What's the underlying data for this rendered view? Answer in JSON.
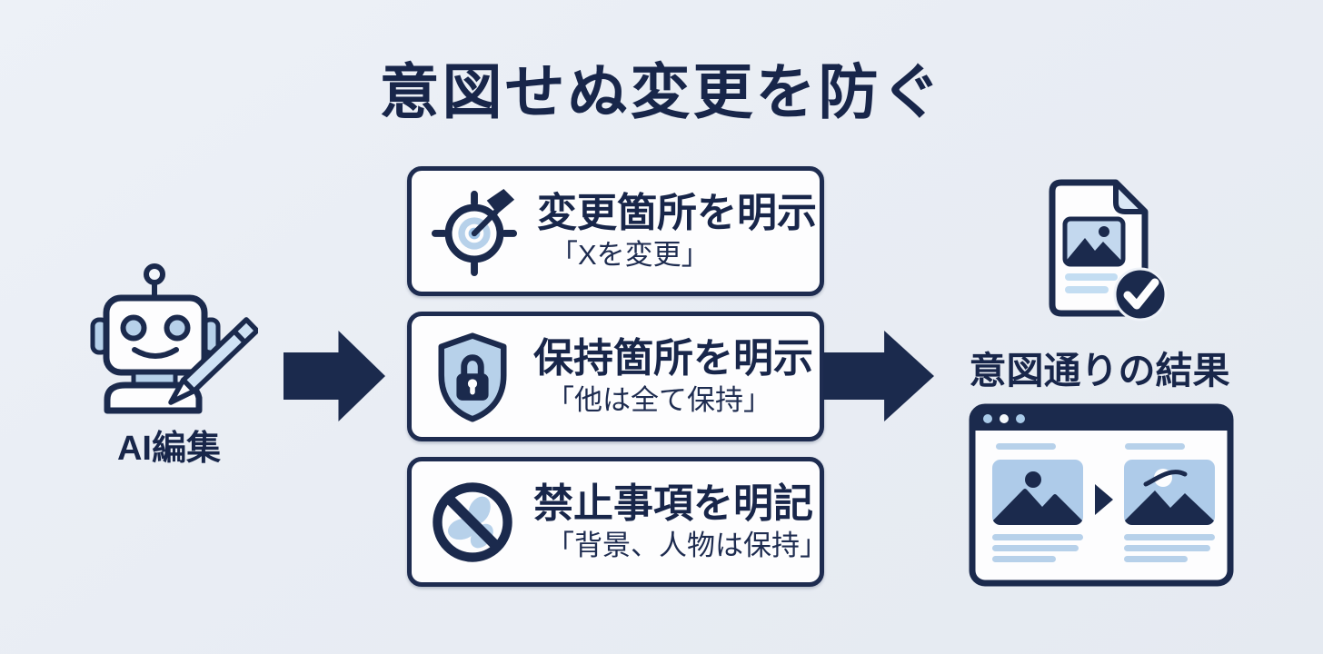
{
  "title": "意図せぬ変更を防ぐ",
  "colors": {
    "background": "#e9edf4",
    "navy": "#1b2a4d",
    "light_blue": "#b7d1ea",
    "pale_blue": "#c9dcf0",
    "box_white": "#fdfdfe"
  },
  "source": {
    "icon": "robot-pencil-icon",
    "label": "AI編集"
  },
  "flow": {
    "left_arrow_icon": "right-block-arrow",
    "right_arrow_icon": "right-block-arrow"
  },
  "steps": [
    {
      "icon": "target-arrow-icon",
      "title": "変更箇所を明示",
      "example": "「Xを変更」"
    },
    {
      "icon": "shield-lock-icon",
      "title": "保持箇所を明示",
      "example": "「他は全て保持」"
    },
    {
      "icon": "no-edit-icon",
      "title": "禁止事項を明記",
      "example": "「背景、人物は保持」"
    }
  ],
  "result": {
    "document_icon": "document-check-icon",
    "label": "意図通りの結果",
    "preview_icon": "browser-before-after-icon"
  }
}
